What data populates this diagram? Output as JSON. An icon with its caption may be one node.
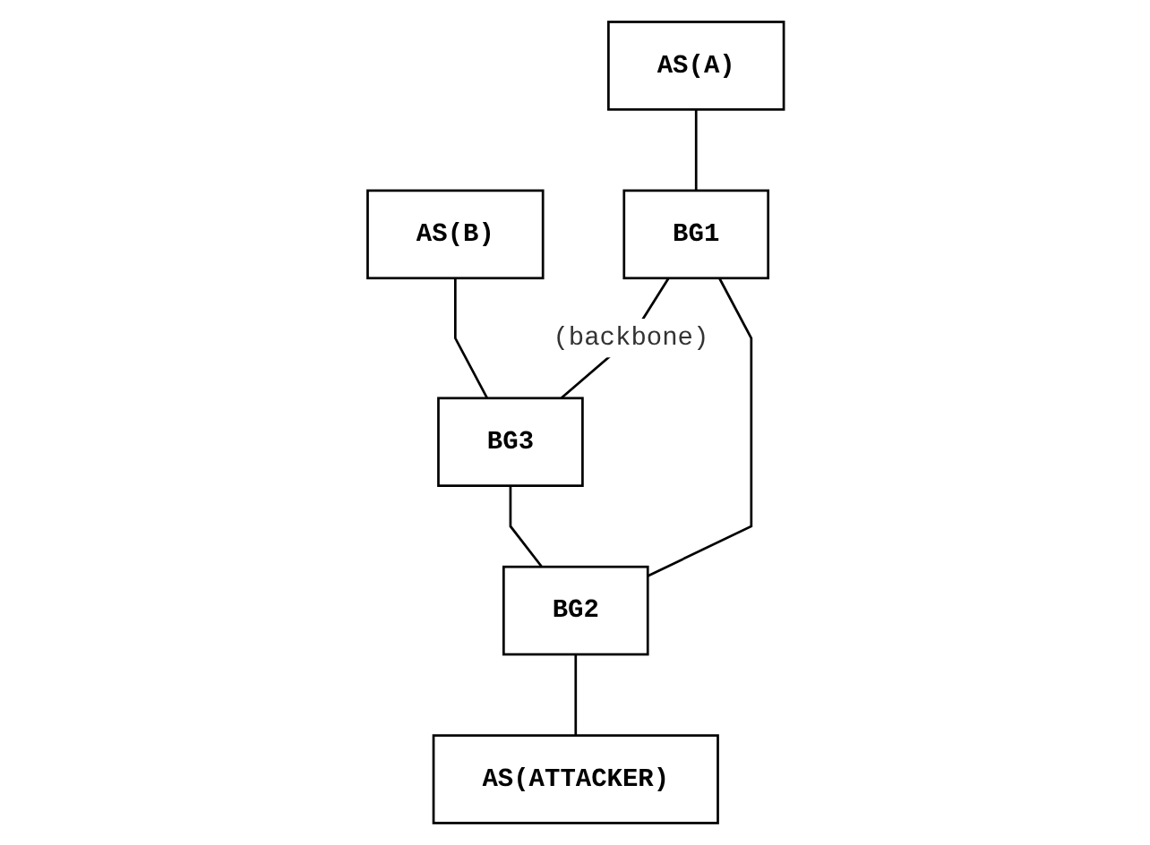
{
  "diagram": {
    "nodes": [
      {
        "text": [
          "AS(A)"
        ]
      },
      {
        "text": [
          "AS(B)"
        ]
      },
      {
        "text": [
          "BG1"
        ]
      },
      {
        "text": [
          "BG3"
        ]
      },
      {
        "text": [
          "BG2"
        ]
      },
      {
        "text": [
          "AS(ATTACKER)"
        ]
      }
    ],
    "edges": [
      {
        "from": 0,
        "to": 2,
        "arrow": "none"
      },
      {
        "from": 1,
        "to": 3,
        "arrow": "none"
      },
      {
        "from": 2,
        "to": 3,
        "arrow": "none",
        "label": "(backbone)"
      },
      {
        "from": 2,
        "to": 4,
        "arrow": "none"
      },
      {
        "from": 3,
        "to": 4,
        "arrow": "none"
      },
      {
        "from": 4,
        "to": 5,
        "arrow": "none"
      }
    ]
  }
}
